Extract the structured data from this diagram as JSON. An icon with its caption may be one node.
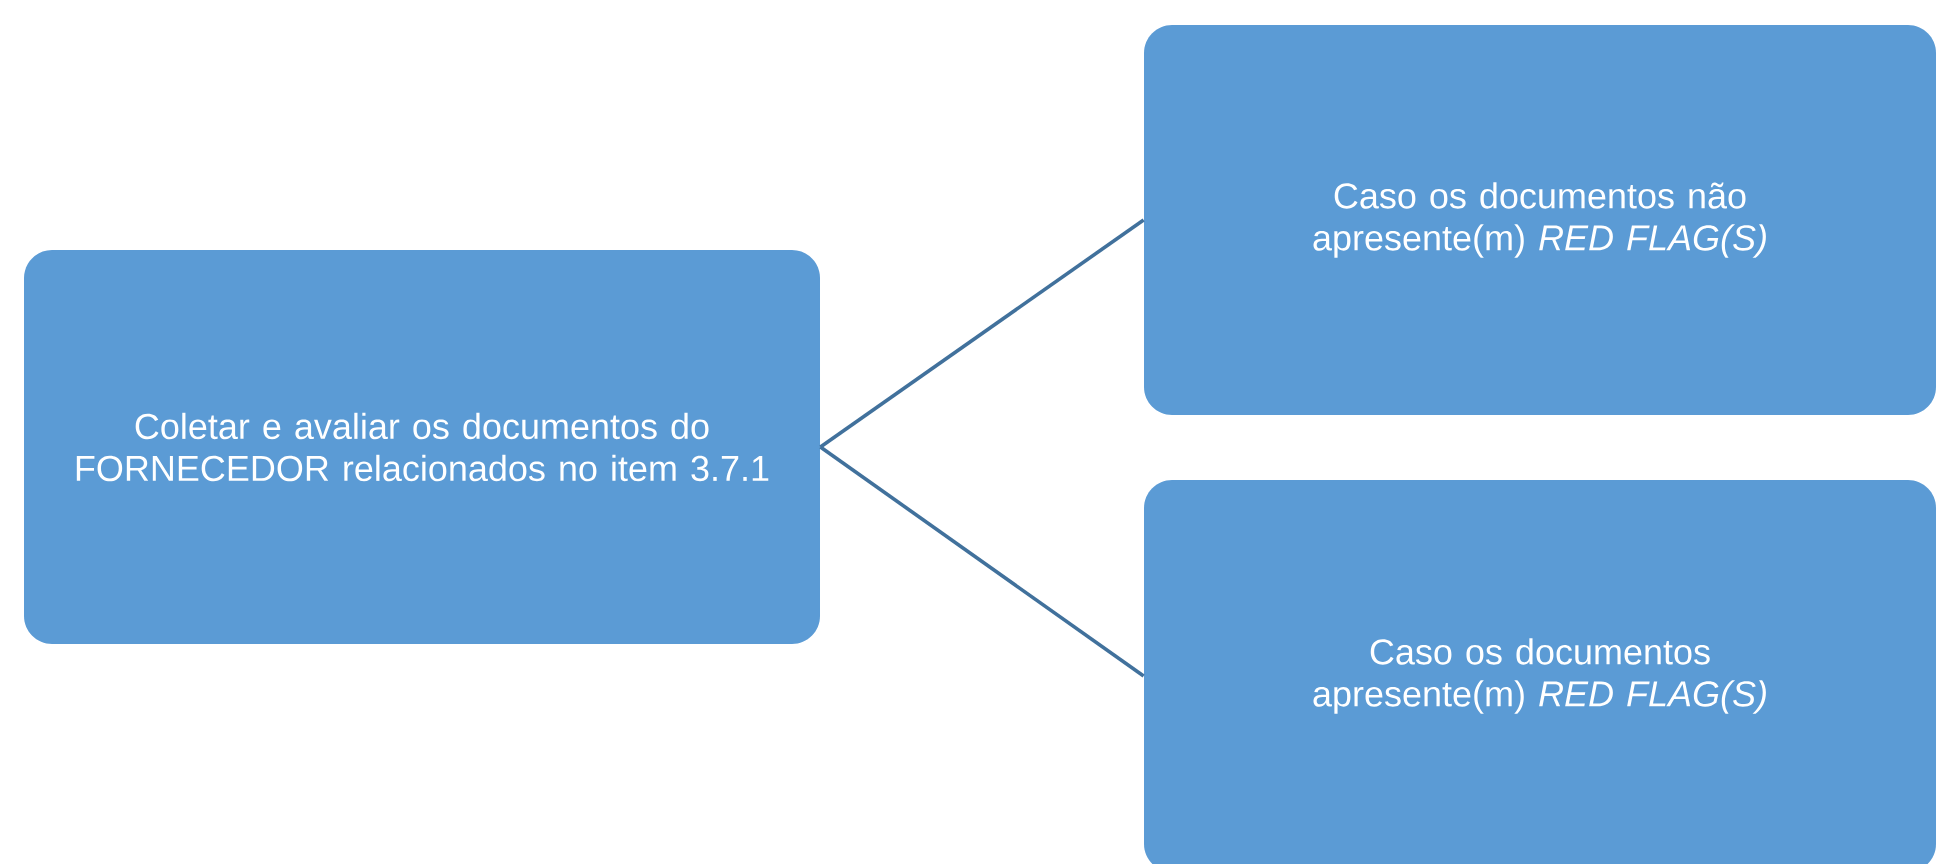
{
  "diagram": {
    "nodes": [
      {
        "text": [
          "Coletar e avaliar os documentos do FORNECEDOR relacionados no item 3.7.1"
        ]
      },
      {
        "text": [
          "Caso os documentos não apresente(m) *RED FLAG(S)*"
        ]
      },
      {
        "text": [
          "Caso os documentos apresente(m) *RED FLAG(S)*"
        ]
      }
    ],
    "edges": [
      {
        "from": 0,
        "to": 1,
        "arrow": "none"
      },
      {
        "from": 0,
        "to": 2,
        "arrow": "none"
      }
    ]
  }
}
